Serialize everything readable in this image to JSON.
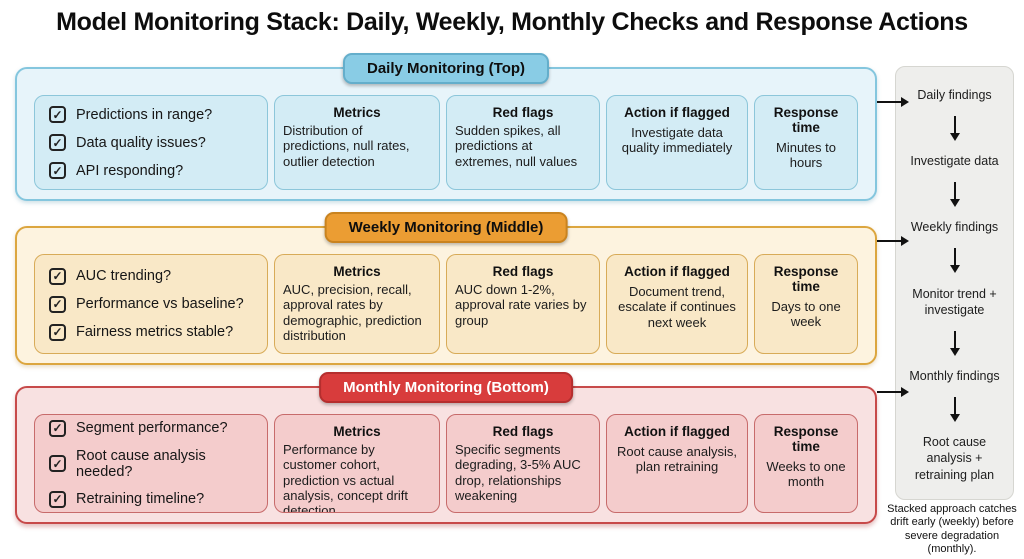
{
  "title": "Model Monitoring Stack: Daily, Weekly, Monthly Checks and Response Actions",
  "icons": {
    "check": "✓"
  },
  "colors": {
    "daily_accent": "#89cce5",
    "weekly_accent": "#eb9d33",
    "monthly_accent": "#d83c3c",
    "panel_bg": "#eeeeec"
  },
  "bands": [
    {
      "header": "Daily Monitoring (Top)",
      "checklist": [
        "Predictions in range?",
        "Data quality issues?",
        "API responding?"
      ],
      "columns": [
        {
          "title": "Metrics",
          "body": "Distribution of predictions, null rates, outlier detection"
        },
        {
          "title": "Red flags",
          "body": "Sudden spikes, all predictions at extremes, null values"
        },
        {
          "title": "Action if flagged",
          "body": "Investigate data quality immediately"
        },
        {
          "title": "Response time",
          "body": "Minutes to hours"
        }
      ]
    },
    {
      "header": "Weekly Monitoring (Middle)",
      "checklist": [
        "AUC trending?",
        "Performance vs baseline?",
        "Fairness metrics stable?"
      ],
      "columns": [
        {
          "title": "Metrics",
          "body": "AUC, precision, recall, approval rates by demographic, prediction distribution"
        },
        {
          "title": "Red flags",
          "body": "AUC down 1-2%, approval rate varies by group"
        },
        {
          "title": "Action if flagged",
          "body": "Document trend, escalate if continues next week"
        },
        {
          "title": "Response time",
          "body": "Days to one week"
        }
      ]
    },
    {
      "header": "Monthly Monitoring (Bottom)",
      "checklist": [
        "Segment performance?",
        "Root cause analysis needed?",
        "Retraining timeline?"
      ],
      "columns": [
        {
          "title": "Metrics",
          "body": "Performance by customer cohort, prediction vs actual analysis, concept drift detection"
        },
        {
          "title": "Red flags",
          "body": "Specific segments degrading, 3-5% AUC drop, relationships weakening"
        },
        {
          "title": "Action if flagged",
          "body": "Root cause analysis, plan retraining"
        },
        {
          "title": "Response time",
          "body": "Weeks to one month"
        }
      ]
    }
  ],
  "flow": {
    "steps": [
      "Daily findings",
      "Investigate data",
      "Weekly findings",
      "Monitor trend + investigate",
      "Monthly findings",
      "Root cause analysis + retraining plan"
    ],
    "caption": "Stacked approach catches drift early (weekly) before severe degradation (monthly)."
  }
}
